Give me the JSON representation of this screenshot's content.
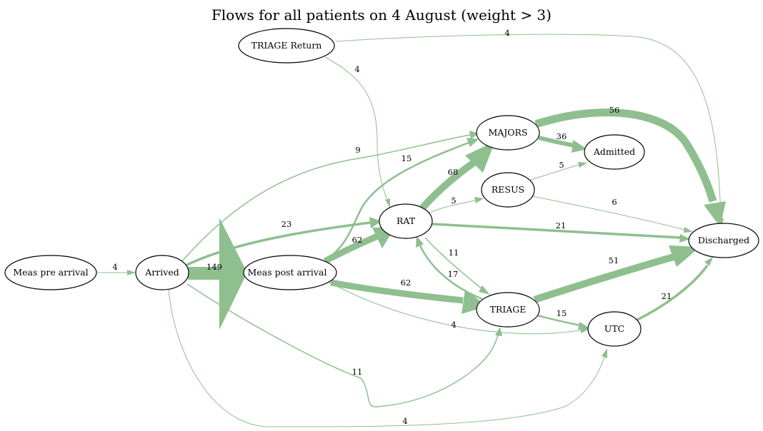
{
  "title": "Flows for all patients on 4 August (weight > 3)",
  "colors": {
    "edge": "#8fbf8f",
    "node_fill": "#ffffff",
    "node_stroke": "#000000",
    "text": "#000000"
  },
  "nodes": {
    "meas_pre_arrival": "Meas pre arrival",
    "arrived": "Arrived",
    "meas_post_arrival": "Meas post arrival",
    "triage_return": "TRIAGE Return",
    "rat": "RAT",
    "majors": "MAJORS",
    "resus": "RESUS",
    "triage": "TRIAGE",
    "utc": "UTC",
    "admitted": "Admitted",
    "discharged": "Discharged"
  },
  "edges": {
    "meas_pre_arrival__arrived": {
      "from": "Meas pre arrival",
      "to": "Arrived",
      "weight": "4"
    },
    "arrived__meas_post_arrival": {
      "from": "Arrived",
      "to": "Meas post arrival",
      "weight": "149"
    },
    "arrived__rat": {
      "from": "Arrived",
      "to": "RAT",
      "weight": "23"
    },
    "arrived__majors": {
      "from": "Arrived",
      "to": "MAJORS",
      "weight": "9"
    },
    "arrived__triage": {
      "from": "Arrived",
      "to": "TRIAGE",
      "weight": "11"
    },
    "arrived__utc": {
      "from": "Arrived",
      "to": "UTC",
      "weight": "4"
    },
    "meas_post_arrival__rat": {
      "from": "Meas post arrival",
      "to": "RAT",
      "weight": "62"
    },
    "meas_post_arrival__majors": {
      "from": "Meas post arrival",
      "to": "MAJORS",
      "weight": "15"
    },
    "meas_post_arrival__triage": {
      "from": "Meas post arrival",
      "to": "TRIAGE",
      "weight": "62"
    },
    "meas_post_arrival__utc": {
      "from": "Meas post arrival",
      "to": "UTC",
      "weight": "4"
    },
    "triage_return__rat": {
      "from": "TRIAGE Return",
      "to": "RAT",
      "weight": "4"
    },
    "triage_return__discharged": {
      "from": "TRIAGE Return",
      "to": "Discharged",
      "weight": "4"
    },
    "rat__majors": {
      "from": "RAT",
      "to": "MAJORS",
      "weight": "68"
    },
    "rat__resus": {
      "from": "RAT",
      "to": "RESUS",
      "weight": "5"
    },
    "rat__discharged": {
      "from": "RAT",
      "to": "Discharged",
      "weight": "21"
    },
    "rat__triage": {
      "from": "RAT",
      "to": "TRIAGE",
      "weight": "11"
    },
    "triage__rat": {
      "from": "TRIAGE",
      "to": "RAT",
      "weight": "17"
    },
    "majors__admitted": {
      "from": "MAJORS",
      "to": "Admitted",
      "weight": "36"
    },
    "majors__discharged": {
      "from": "MAJORS",
      "to": "Discharged",
      "weight": "56"
    },
    "resus__admitted": {
      "from": "RESUS",
      "to": "Admitted",
      "weight": "5"
    },
    "resus__discharged": {
      "from": "RESUS",
      "to": "Discharged",
      "weight": "6"
    },
    "triage__discharged": {
      "from": "TRIAGE",
      "to": "Discharged",
      "weight": "51"
    },
    "triage__utc": {
      "from": "TRIAGE",
      "to": "UTC",
      "weight": "15"
    },
    "utc__discharged": {
      "from": "UTC",
      "to": "Discharged",
      "weight": "21"
    }
  }
}
